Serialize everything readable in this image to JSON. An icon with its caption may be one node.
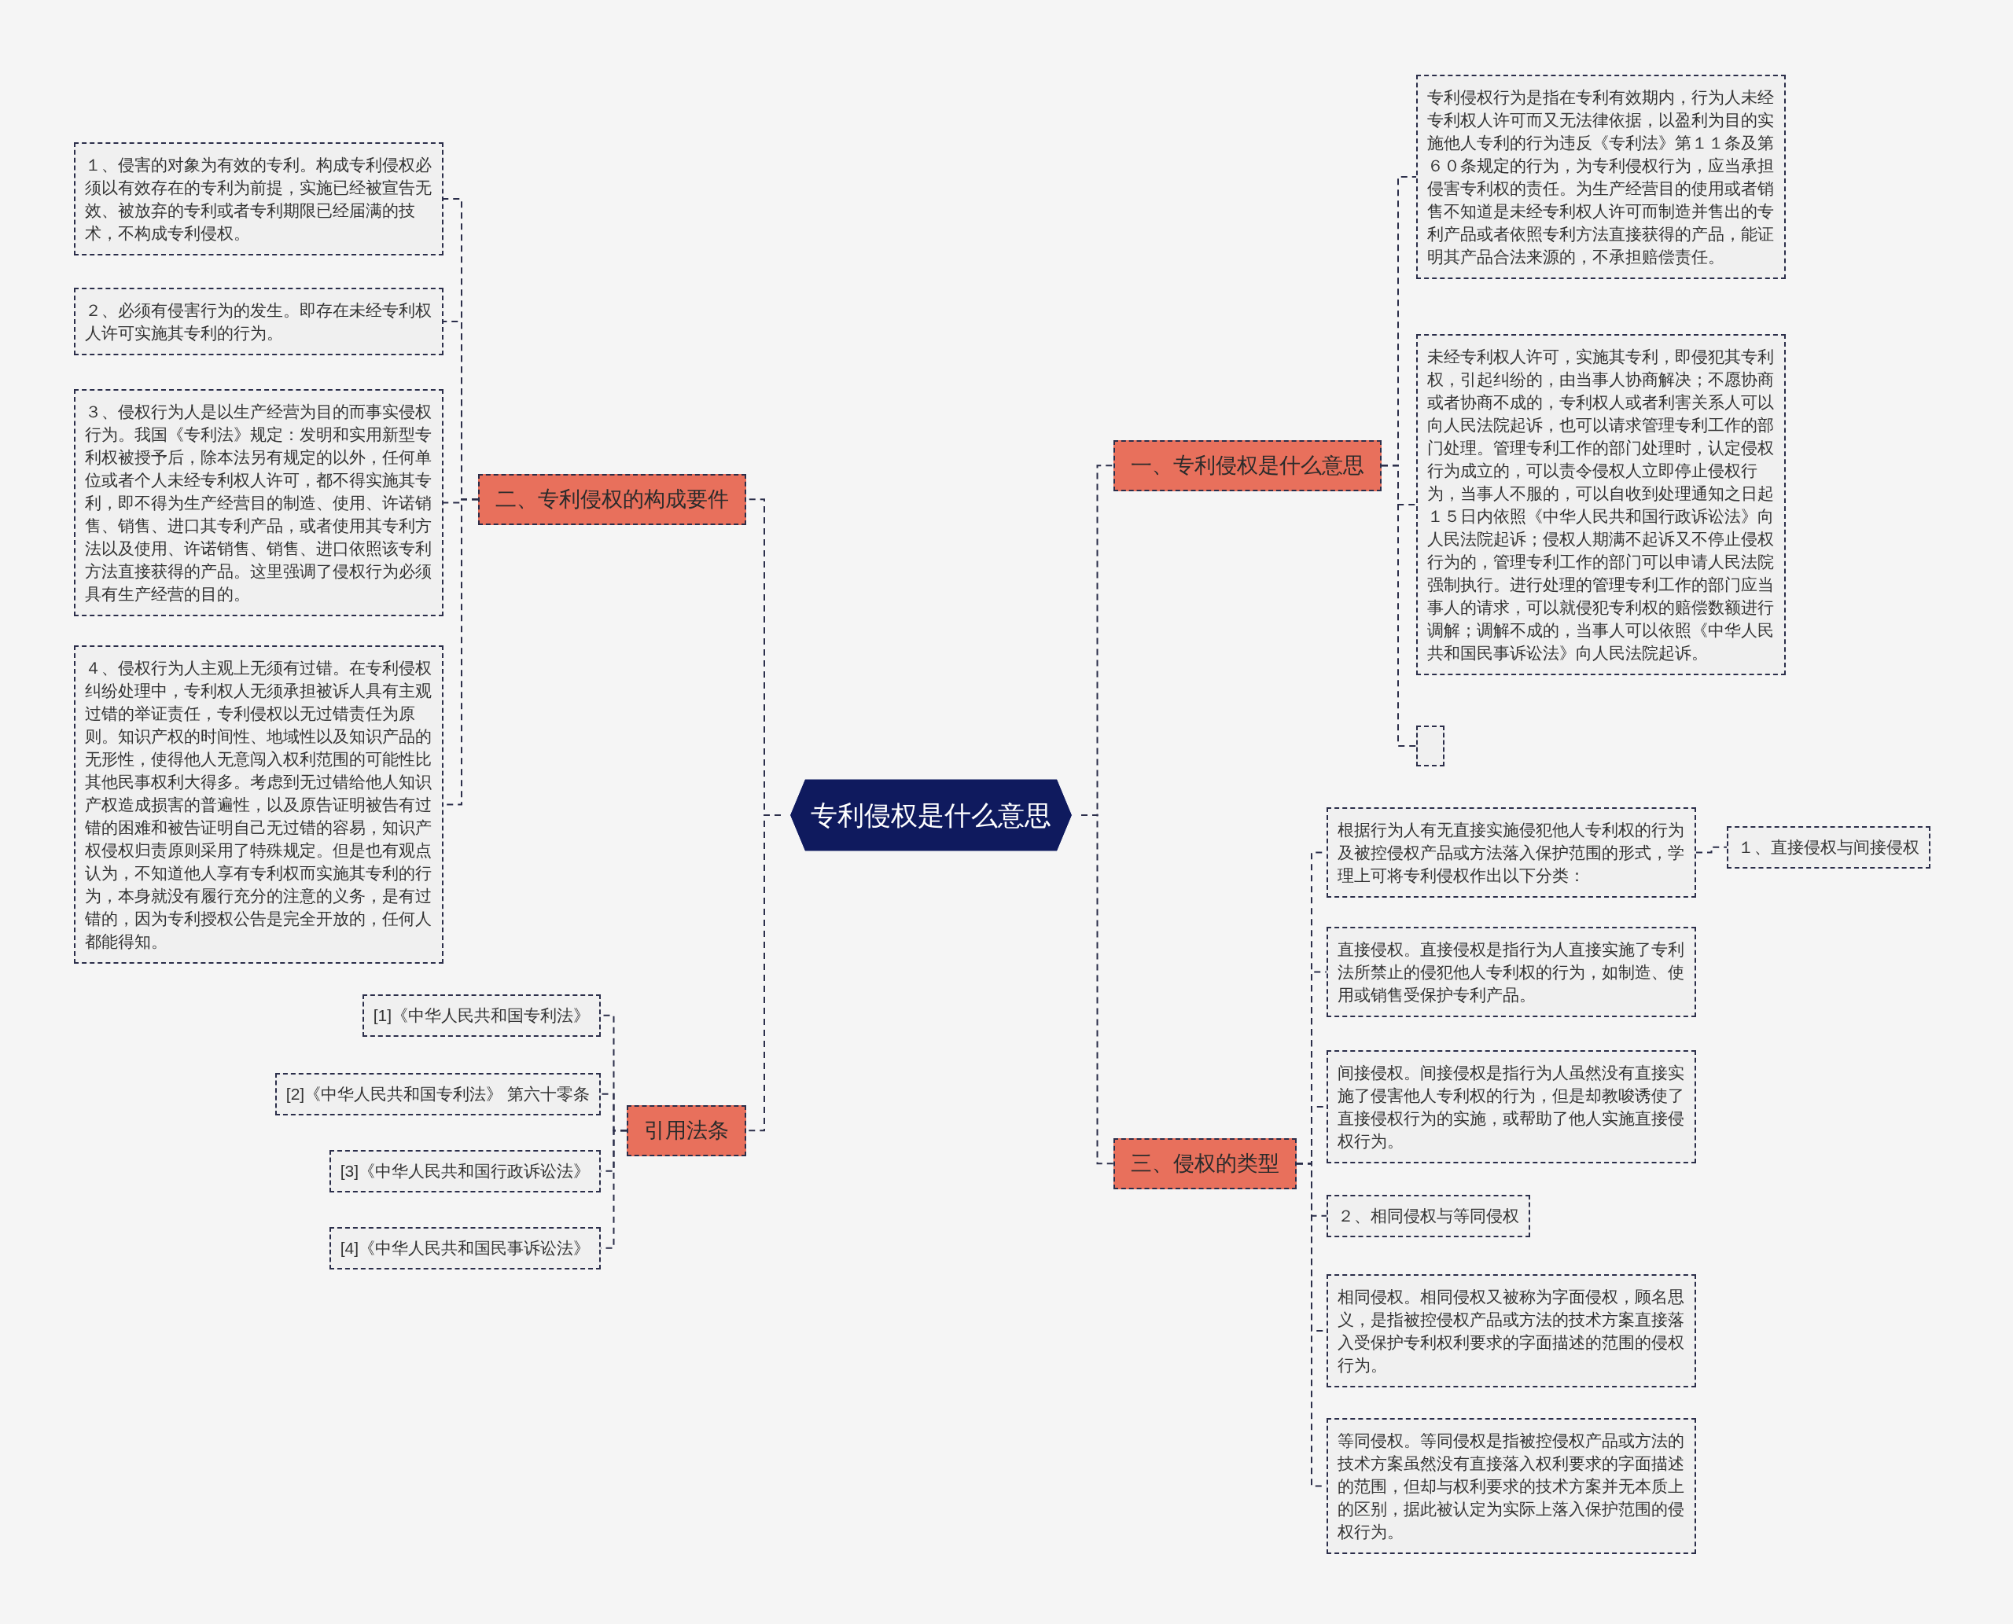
{
  "diagram": {
    "nodes": [
      {
        "text": [
          "专利侵权是什么意思"
        ]
      },
      {
        "text": [
          "一、专利侵权是什么意思"
        ]
      },
      {
        "text": [
          "专利侵权行为是指在专利有效期内，行为人未经专利权人许可而又无法律依据，以盈利为目的实施他人专利的行为违反《专利法》第１１条及第６０条规定的行为，为专利侵权行为，应当承担侵害专利权的责任。为生产经营目的使用或者销售不知道是未经专利权人许可而制造并售出的专利产品或者依照专利方法直接获得的产品，能证明其产品合法来源的，不承担赔偿责任。"
        ]
      },
      {
        "text": [
          "未经专利权人许可，实施其专利，即侵犯其专利权，引起纠纷的，由当事人协商解决；不愿协商或者协商不成的，专利权人或者利害关系人可以向人民法院起诉，也可以请求管理专利工作的部门处理。管理专利工作的部门处理时，认定侵权行为成立的，可以责令侵权人立即停止侵权行为，当事人不服的，可以自收到处理通知之日起１５日内依照《中华人民共和国行政诉讼法》向人民法院起诉；侵权人期满不起诉又不停止侵权行为的，管理专利工作的部门可以申请人民法院强制执行。进行处理的管理专利工作的部门应当事人的请求，可以就侵犯专利权的赔偿数额进行调解；调解不成的，当事人可以依照《中华人民共和国民事诉讼法》向人民法院起诉。"
        ]
      },
      {
        "text": [],
        "shape": "box"
      },
      {
        "text": [
          "二、专利侵权的构成要件"
        ]
      },
      {
        "text": [
          "１、侵害的对象为有效的专利。构成专利侵权必须以有效存在的专利为前提，实施已经被宣告无效、被放弃的专利或者专利期限已经届满的技术，不构成专利侵权。"
        ]
      },
      {
        "text": [
          "２、必须有侵害行为的发生。即存在未经专利权人许可实施其专利的行为。"
        ]
      },
      {
        "text": [
          "３、侵权行为人是以生产经营为目的而事实侵权行为。我国《专利法》规定：发明和实用新型专利权被授予后，除本法另有规定的以外，任何单位或者个人未经专利权人许可，都不得实施其专利，即不得为生产经营目的制造、使用、许诺销售、销售、进口其专利产品，或者使用其专利方法以及使用、许诺销售、销售、进口依照该专利方法直接获得的产品。这里强调了侵权行为必须具有生产经营的目的。"
        ]
      },
      {
        "text": [
          "４、侵权行为人主观上无须有过错。在专利侵权纠纷处理中，专利权人无须承担被诉人具有主观过错的举证责任，专利侵权以无过错责任为原则。知识产权的时间性、地域性以及知识产品的无形性，使得他人无意闯入权利范围的可能性比其他民事权利大得多。考虑到无过错给他人知识产权造成损害的普遍性，以及原告证明被告有过错的困难和被告证明自己无过错的容易，知识产权侵权归责原则采用了特殊规定。但是也有观点认为，不知道他人享有专利权而实施其专利的行为，本身就没有履行充分的注意的义务，是有过错的，因为专利授权公告是完全开放的，任何人都能得知。"
        ]
      },
      {
        "text": [
          "引用法条"
        ]
      },
      {
        "text": [
          "[1]《中华人民共和国专利法》"
        ]
      },
      {
        "text": [
          "[2]《中华人民共和国专利法》 第六十零条"
        ]
      },
      {
        "text": [
          "[3]《中华人民共和国行政诉讼法》"
        ]
      },
      {
        "text": [
          "[4]《中华人民共和国民事诉讼法》"
        ]
      },
      {
        "text": [
          "三、侵权的类型"
        ]
      },
      {
        "text": [
          "根据行为人有无直接实施侵犯他人专利权的行为及被控侵权产品或方法落入保护范围的形式，学理上可将专利侵权作出以下分类："
        ]
      },
      {
        "text": [
          "１、直接侵权与间接侵权"
        ]
      },
      {
        "text": [
          "直接侵权。直接侵权是指行为人直接实施了专利法所禁止的侵犯他人专利权的行为，如制造、使用或销售受保护专利产品。"
        ]
      },
      {
        "text": [
          "间接侵权。间接侵权是指行为人虽然没有直接实施了侵害他人专利权的行为，但是却教唆诱使了直接侵权行为的实施，或帮助了他人实施直接侵权行为。"
        ]
      },
      {
        "text": [
          "２、相同侵权与等同侵权"
        ]
      },
      {
        "text": [
          "相同侵权。相同侵权又被称为字面侵权，顾名思义，是指被控侵权产品或方法的技术方案直接落入受保护专利权利要求的字面描述的范围的侵权行为。"
        ]
      },
      {
        "text": [
          "等同侵权。等同侵权是指被控侵权产品或方法的技术方案虽然没有直接落入权利要求的字面描述的范围，但却与权利要求的技术方案并无本质上的区别，据此被认定为实际上落入保护范围的侵权行为。"
        ]
      }
    ],
    "edges": [
      {
        "from": 0,
        "to": 1,
        "arrow": "none"
      },
      {
        "from": 0,
        "to": 5,
        "arrow": "none"
      },
      {
        "from": 0,
        "to": 10,
        "arrow": "none"
      },
      {
        "from": 0,
        "to": 15,
        "arrow": "none"
      },
      {
        "from": 1,
        "to": 2,
        "arrow": "none"
      },
      {
        "from": 1,
        "to": 3,
        "arrow": "none"
      },
      {
        "from": 1,
        "to": 4,
        "arrow": "none"
      },
      {
        "from": 5,
        "to": 6,
        "arrow": "none"
      },
      {
        "from": 5,
        "to": 7,
        "arrow": "none"
      },
      {
        "from": 5,
        "to": 8,
        "arrow": "none"
      },
      {
        "from": 5,
        "to": 9,
        "arrow": "none"
      },
      {
        "from": 10,
        "to": 11,
        "arrow": "none"
      },
      {
        "from": 10,
        "to": 12,
        "arrow": "none"
      },
      {
        "from": 10,
        "to": 13,
        "arrow": "none"
      },
      {
        "from": 10,
        "to": 14,
        "arrow": "none"
      },
      {
        "from": 15,
        "to": 16,
        "arrow": "none"
      },
      {
        "from": 16,
        "to": 17,
        "arrow": "none"
      },
      {
        "from": 15,
        "to": 18,
        "arrow": "none"
      },
      {
        "from": 15,
        "to": 19,
        "arrow": "none"
      },
      {
        "from": 15,
        "to": 20,
        "arrow": "none"
      },
      {
        "from": 15,
        "to": 21,
        "arrow": "none"
      },
      {
        "from": 15,
        "to": 22,
        "arrow": "none"
      }
    ]
  }
}
